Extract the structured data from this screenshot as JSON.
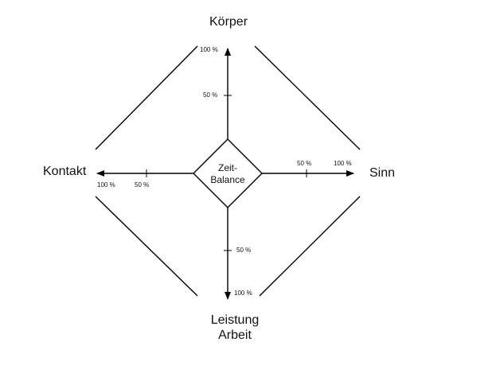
{
  "axes": {
    "top": "Körper",
    "left": "Kontakt",
    "right": "Sinn",
    "bottom_line1": "Leistung",
    "bottom_line2": "Arbeit"
  },
  "center": {
    "line1": "Zeit-",
    "line2": "Balance"
  },
  "ticks": {
    "label_100": "100 %",
    "label_50": "50 %"
  }
}
